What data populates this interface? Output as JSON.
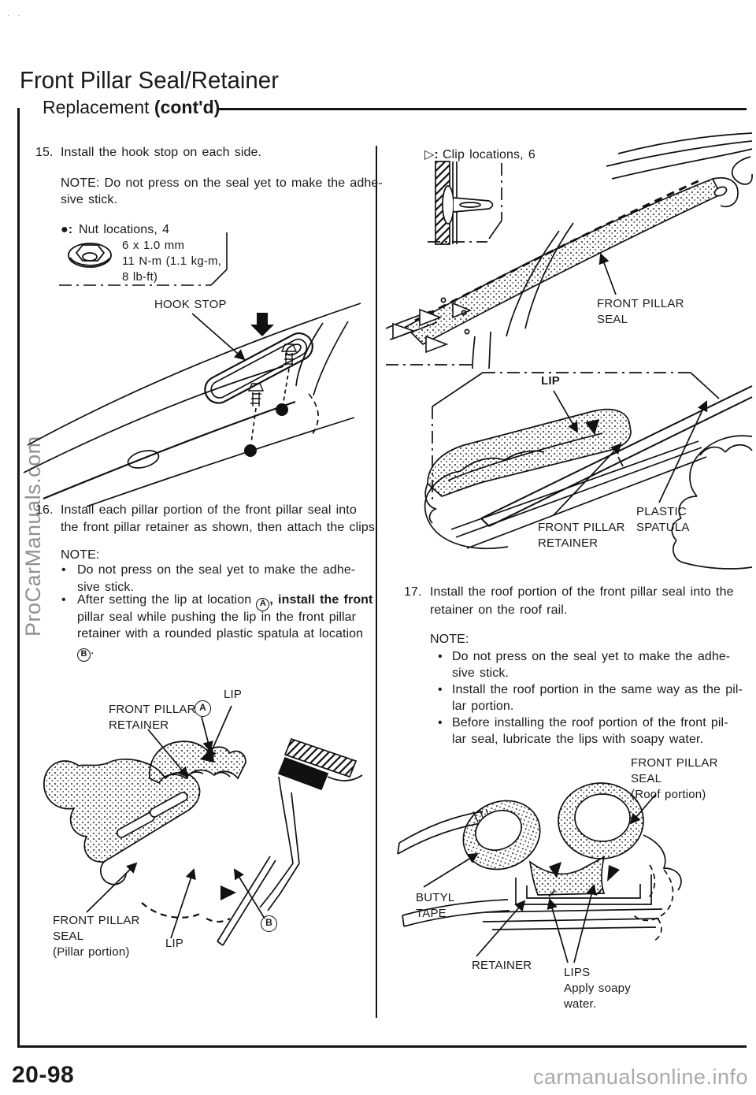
{
  "header": {
    "title": "Front Pillar Seal/Retainer",
    "subtitle": "Replacement ",
    "subtitle_suffix": "(cont'd)"
  },
  "watermarks": {
    "left_vertical": "ProCarManuals.com",
    "bottom_right": "carmanualsonline.info"
  },
  "footer": {
    "page_number": "20-98"
  },
  "symbols": {
    "bullet": "•",
    "nut_dot": "●:",
    "clip_triangle": "▷:",
    "loc_a": "A",
    "loc_b": "B"
  },
  "left_column": {
    "step15": {
      "number": "15.",
      "line1": "Install the hook stop on each side.",
      "note_line1": "NOTE:  Do not press on the seal yet to make the adhe-",
      "note_line2": "sive stick."
    },
    "nut_legend": {
      "label": "Nut locations, 4",
      "spec_line1": "6 x 1.0 mm",
      "spec_line2": "11 N-m (1.1 kg-m,",
      "spec_line3": "8 lb-ft)"
    },
    "diagram_hook_stop": {
      "label": "HOOK STOP"
    },
    "step16": {
      "number": "16.",
      "line1": "Install each pillar portion of the front pillar seal into",
      "line2": "the front pillar retainer as shown, then attach the clips.",
      "note_label": "NOTE:",
      "b1_line1": "Do not press on the seal yet to make the adhe-",
      "b1_line2": "sive stick.",
      "b2_line1_pre": "After setting the lip at location ",
      "b2_line1_post": ", install the front",
      "b2_line2": "pillar seal while pushing the lip in the front pillar",
      "b2_line3": "retainer with a rounded plastic spatula at location",
      "b2_line4_suffix": "."
    },
    "diagram_pillar_section": {
      "retainer_l1": "FRONT PILLAR",
      "retainer_l2": "RETAINER",
      "lip_top": "LIP",
      "seal_l1": "FRONT PILLAR",
      "seal_l2": "SEAL",
      "seal_l3": "(Pillar  portion)",
      "lip_bottom": "LIP"
    }
  },
  "right_column": {
    "clip_legend": {
      "label": "Clip locations, 6"
    },
    "diagram_pillar_seal": {
      "seal_l1": "FRONT PILLAR",
      "seal_l2": "SEAL"
    },
    "diagram_spatula": {
      "lip": "LIP",
      "retainer_l1": "FRONT PILLAR",
      "retainer_l2": "RETAINER",
      "spatula_l1": "PLASTIC",
      "spatula_l2": "SPATULA"
    },
    "step17": {
      "number": "17.",
      "line1": "Install the roof portion of the front pillar seal into the",
      "line2": "retainer on the roof rail.",
      "note_label": "NOTE:",
      "b1_line1": "Do not press on the seal yet to make the adhe-",
      "b1_line2": "sive stick.",
      "b2_line1": "Install the roof portion in the same way as the pil-",
      "b2_line2": "lar portion.",
      "b3_line1": "Before installing the roof portion of the front pil-",
      "b3_line2": "lar seal, lubricate the lips with soapy water."
    },
    "diagram_roof_seal": {
      "seal_l1": "FRONT PILLAR",
      "seal_l2": "SEAL",
      "seal_l3": "(Roof  portion)",
      "butyl_l1": "BUTYL",
      "butyl_l2": "TAPE",
      "retainer": "RETAINER",
      "lips_l1": "LIPS",
      "lips_l2": "Apply soapy",
      "lips_l3": "water."
    }
  }
}
